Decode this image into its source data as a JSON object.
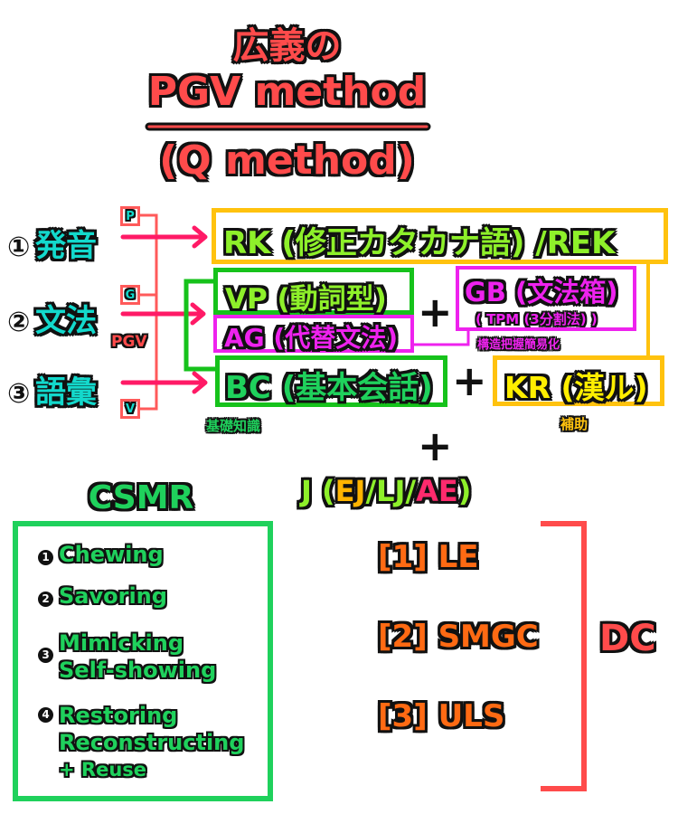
{
  "title": {
    "line1": "広義の",
    "line2": "PGV method",
    "line3": "(Q method)"
  },
  "skills": [
    {
      "number": "①",
      "label": "発音",
      "letter": "P"
    },
    {
      "number": "②",
      "label": "文法",
      "letter": "G"
    },
    {
      "number": "③",
      "label": "語彙",
      "letter": "V"
    }
  ],
  "pgv_label": "PGV",
  "boxes": {
    "rk": "RK (修正カタカナ語) /REK",
    "vp": "VP (動詞型)",
    "ag": "AG (代替文法)",
    "gb": "GB (文法箱)",
    "gb_sub": "( TPM (3分割法) )",
    "gb_note": "構造把握簡易化",
    "bc": "BC (基本会話)",
    "bc_note": "基礎知識",
    "kr": "KR (漢ル)",
    "kr_note": "補助"
  },
  "plus_sign": "+",
  "j_line": {
    "prefix": "J (",
    "ej": "EJ",
    "sep1": "/",
    "lj": "LJ",
    "sep2": "/",
    "ae": "AE",
    "suffix": ")"
  },
  "csmr": {
    "title": "CSMR",
    "items": [
      {
        "bullet": "1",
        "lines": [
          "Chewing"
        ]
      },
      {
        "bullet": "2",
        "lines": [
          "Savoring"
        ]
      },
      {
        "bullet": "3",
        "lines": [
          "Mimicking",
          "Self-showing"
        ]
      },
      {
        "bullet": "4",
        "lines": [
          "Restoring",
          "Reconstructing",
          "+ Reuse"
        ]
      }
    ]
  },
  "dc": {
    "label": "DC",
    "items": [
      "[1] LE",
      "[2] SMGC",
      "[3] ULS"
    ]
  },
  "colors": {
    "title_red": "#ff4b4b",
    "skill_cyan": "#13d9cc",
    "arrow_pink": "#ff1a66",
    "orange_box": "#ffc20e",
    "green_box": "#16c21b",
    "magenta_box": "#ee22ee",
    "lime_text": "#8ef02a",
    "green_text": "#1fd15c",
    "yellow_text": "#ffee00",
    "orange_text": "#ff6a13",
    "ae_pink": "#ff2a6d"
  }
}
